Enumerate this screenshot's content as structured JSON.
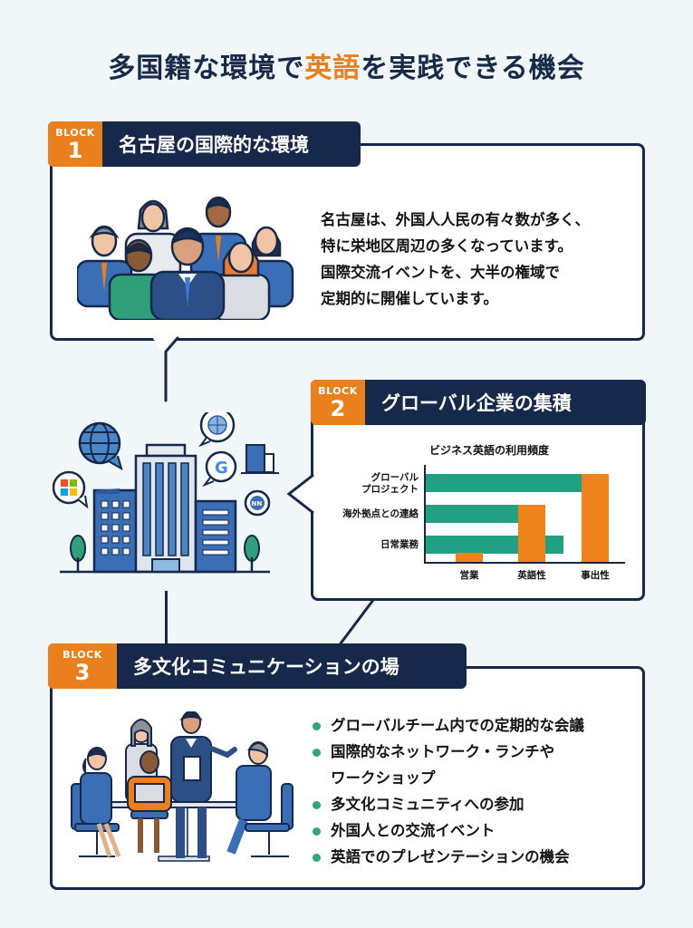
{
  "title": {
    "prefix": "多国籍な環境で",
    "highlight": "英語",
    "suffix": "を実践できる機会"
  },
  "colors": {
    "navy": "#16294a",
    "orange": "#e9801c",
    "green": "#21a083",
    "background": "#f1f6f9"
  },
  "blocks": [
    {
      "badge_label": "BLOCK",
      "number": "1",
      "heading": "名古屋の国際的な環境",
      "illustration": "diverse-business-people-group",
      "text_lines": [
        "名古屋は、外国人人民の有々数が多く、",
        "特に栄地区周辺の多くなっています。",
        "国際交流イベントを、大半の権域で",
        "定期的に開催しています。"
      ]
    },
    {
      "badge_label": "BLOCK",
      "number": "2",
      "heading": "グローバル企業の集積",
      "illustration": "office-buildings-with-company-logos"
    },
    {
      "badge_label": "BLOCK",
      "number": "3",
      "heading": "多文化コミュニケーションの場",
      "illustration": "team-meeting-around-table",
      "bullets": [
        {
          "line1": "グローバルチーム内での定期的な会議",
          "line2": ""
        },
        {
          "line1": "国際的なネットワーク・ランチや",
          "line2": "ワークショップ"
        },
        {
          "line1": "多文化コミュニティへの参加",
          "line2": ""
        },
        {
          "line1": "外国人との交流イベント",
          "line2": ""
        },
        {
          "line1": "英語でのプレゼンテーションの機会",
          "line2": ""
        }
      ]
    }
  ],
  "chart_data": {
    "type": "bar",
    "title": "ビジネス英語の利用頻度",
    "categories_y": [
      "グローバル\nプロジェクト",
      "海外拠点との連絡",
      "日常業務"
    ],
    "categories_x": [
      "営業",
      "英語性",
      "事出性"
    ],
    "series": [
      {
        "name": "horizontal (green)",
        "color": "#21a083",
        "orientation": "horizontal",
        "values": [
          100,
          60,
          78
        ]
      },
      {
        "name": "vertical (orange)",
        "color": "#ee8419",
        "orientation": "vertical",
        "values": [
          8,
          73,
          96
        ]
      }
    ],
    "xlabel": "",
    "ylabel": "",
    "grid": false,
    "legend": "none"
  },
  "chart_labels": {
    "title": "ビジネス英語の利用頻度",
    "y1a": "グローバル",
    "y1b": "プロジェクト",
    "y2": "海外拠点との連絡",
    "y3": "日常業務",
    "x1": "営業",
    "x2": "英語性",
    "x3": "事出性"
  }
}
